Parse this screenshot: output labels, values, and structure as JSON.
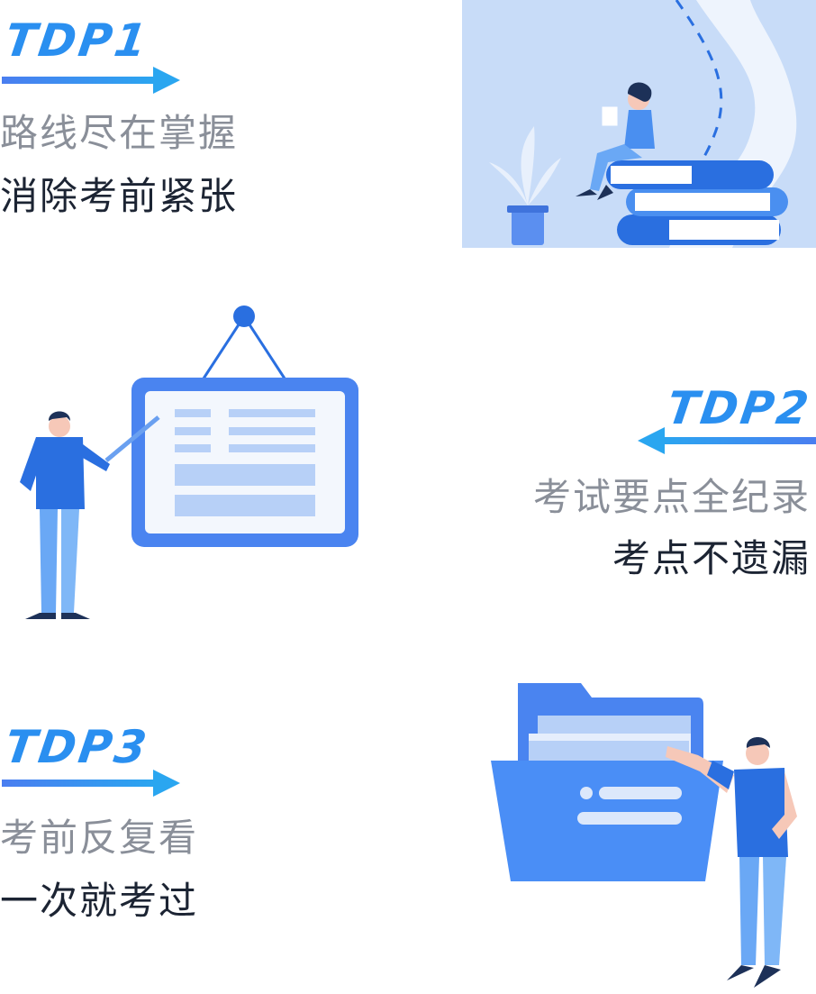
{
  "sections": [
    {
      "badge": "TDP1",
      "line1": "路线尽在掌握",
      "line2": "消除考前紧张"
    },
    {
      "badge": "TDP2",
      "line1": "考试要点全纪录",
      "line2": "考点不遗漏"
    },
    {
      "badge": "TDP3",
      "line1": "考前反复看",
      "line2": "一次就考过"
    }
  ],
  "colors": {
    "accent": "#2a8ff0",
    "primary_blue": "#4a84f0",
    "light_blue": "#b7d0f7",
    "panel_bg": "#c8dcf8",
    "text_gray": "#8a8f99",
    "text_dark": "#1c2433"
  },
  "illustrations": [
    "person-reading-on-books-illustration",
    "teacher-pointing-at-board-illustration",
    "person-with-folder-illustration"
  ]
}
